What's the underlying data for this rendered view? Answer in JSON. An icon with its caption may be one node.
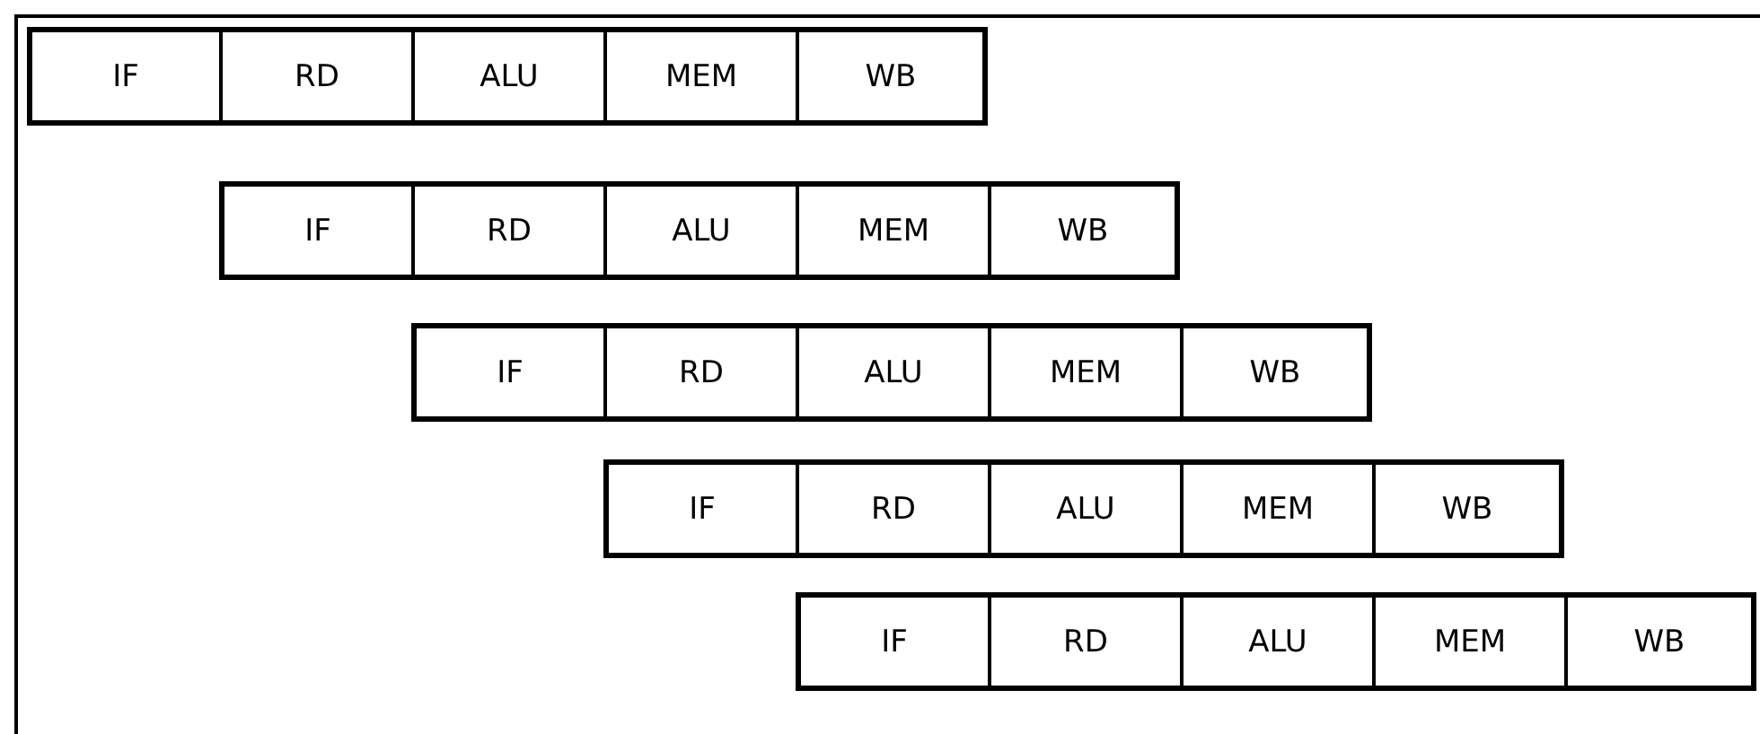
{
  "diagram": {
    "nodes": [
      {
        "text": [
          "IF"
        ]
      },
      {
        "text": [
          "RD"
        ]
      },
      {
        "text": [
          "ALU"
        ]
      },
      {
        "text": [
          "MEM"
        ]
      },
      {
        "text": [
          "WB"
        ]
      },
      {
        "text": [
          "IF"
        ]
      },
      {
        "text": [
          "RD"
        ]
      },
      {
        "text": [
          "ALU"
        ]
      },
      {
        "text": [
          "MEM"
        ]
      },
      {
        "text": [
          "WB"
        ]
      },
      {
        "text": [
          "IF"
        ]
      },
      {
        "text": [
          "RD"
        ]
      },
      {
        "text": [
          "ALU"
        ]
      },
      {
        "text": [
          "MEM"
        ]
      },
      {
        "text": [
          "WB"
        ]
      },
      {
        "text": [
          "IF"
        ]
      },
      {
        "text": [
          "RD"
        ]
      },
      {
        "text": [
          "ALU"
        ]
      },
      {
        "text": [
          "MEM"
        ]
      },
      {
        "text": [
          "WB"
        ]
      },
      {
        "text": [
          "IF"
        ]
      },
      {
        "text": [
          "RD"
        ]
      },
      {
        "text": [
          "ALU"
        ]
      },
      {
        "text": [
          "MEM"
        ]
      },
      {
        "text": [
          "WB"
        ]
      }
    ]
  }
}
